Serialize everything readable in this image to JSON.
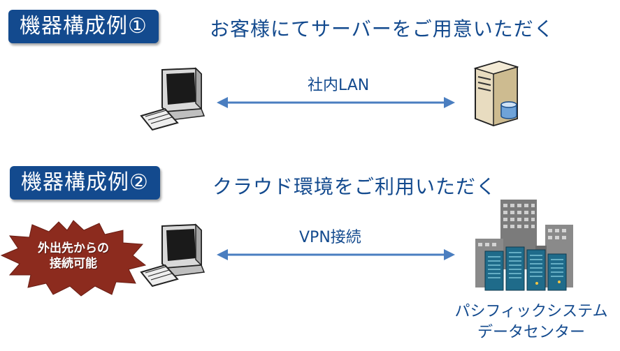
{
  "section1": {
    "badge": "機器構成例①",
    "heading": "お客様にてサーバーをご用意いただく",
    "link_label": "社内LAN"
  },
  "section2": {
    "badge": "機器構成例②",
    "heading": "クラウド環境をご利用いただく",
    "link_label": "VPN接続",
    "burst_line1": "外出先からの",
    "burst_line2": "接続可能",
    "datacenter_line1": "パシフィックシステム",
    "datacenter_line2": "データセンター"
  },
  "colors": {
    "brand_blue": "#134a8e",
    "arrow_blue": "#4a7ec0",
    "burst_red": "#8c2b1e"
  },
  "icons": [
    "computer-icon",
    "server-icon",
    "building-icon"
  ]
}
